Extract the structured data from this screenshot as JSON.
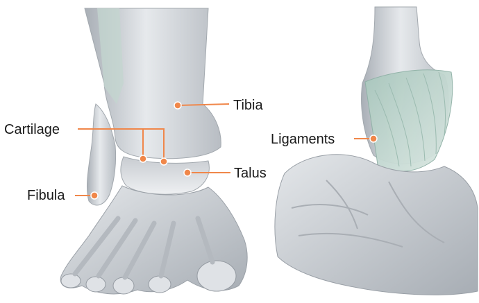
{
  "labels": {
    "tibia": "Tibia",
    "cartilage": "Cartilage",
    "talus": "Talus",
    "fibula": "Fibula",
    "ligaments": "Ligaments"
  },
  "colors": {
    "leader": "#f0874a",
    "text": "#1a1a1a",
    "bone": "#d9dde2",
    "bone_shadow": "#9ea4ab",
    "ligament": "#b9d3cb",
    "background": "#ffffff"
  }
}
